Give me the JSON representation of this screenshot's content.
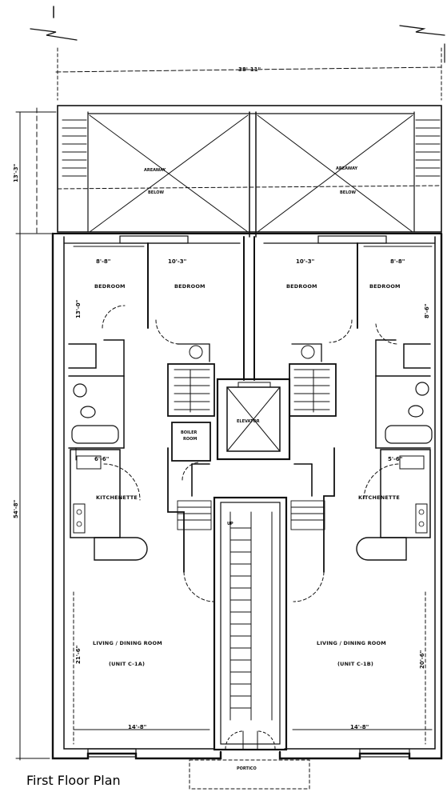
{
  "caption": "First Floor Plan",
  "dimensions": {
    "overall_width": "38'-11\"",
    "rear_depth": "13'-3\"",
    "building_depth": "54'-8\"",
    "bed_left_small": "8'-8\"",
    "bed_left_large": "10'-3\"",
    "bed_right_large": "10'-3\"",
    "bed_right_small": "8'-8\"",
    "bed_height_left": "13'-0\"",
    "bed_height_right": "8'-6\"",
    "kitchen_left": "6'-6\"",
    "kitchen_right": "5'-6\"",
    "living_left_w": "14'-8\"",
    "living_right_w": "14'-8\"",
    "living_left_h": "21'-6\"",
    "living_right_h": "20'-6\""
  },
  "rooms": {
    "areaway_left": "AREAWAY",
    "below_left": "BELOW",
    "areaway_right": "AREAWAY",
    "below_right": "BELOW",
    "bedroom_1": "BEDROOM",
    "bedroom_2": "BEDROOM",
    "bedroom_3": "BEDROOM",
    "bedroom_4": "BEDROOM",
    "elevator": "ELEVATOR",
    "boiler_room_1": "BOILER",
    "boiler_room_2": "ROOM",
    "kitchenette_left": "KITCHENETTE",
    "kitchenette_right": "KITCHENETTE",
    "living_left": "LIVING / DINING ROOM",
    "unit_left": "(UNIT C-1A)",
    "living_right": "LIVING / DINING ROOM",
    "unit_right": "(UNIT C-1B)",
    "portico": "PORTICO",
    "up_label": "UP"
  }
}
